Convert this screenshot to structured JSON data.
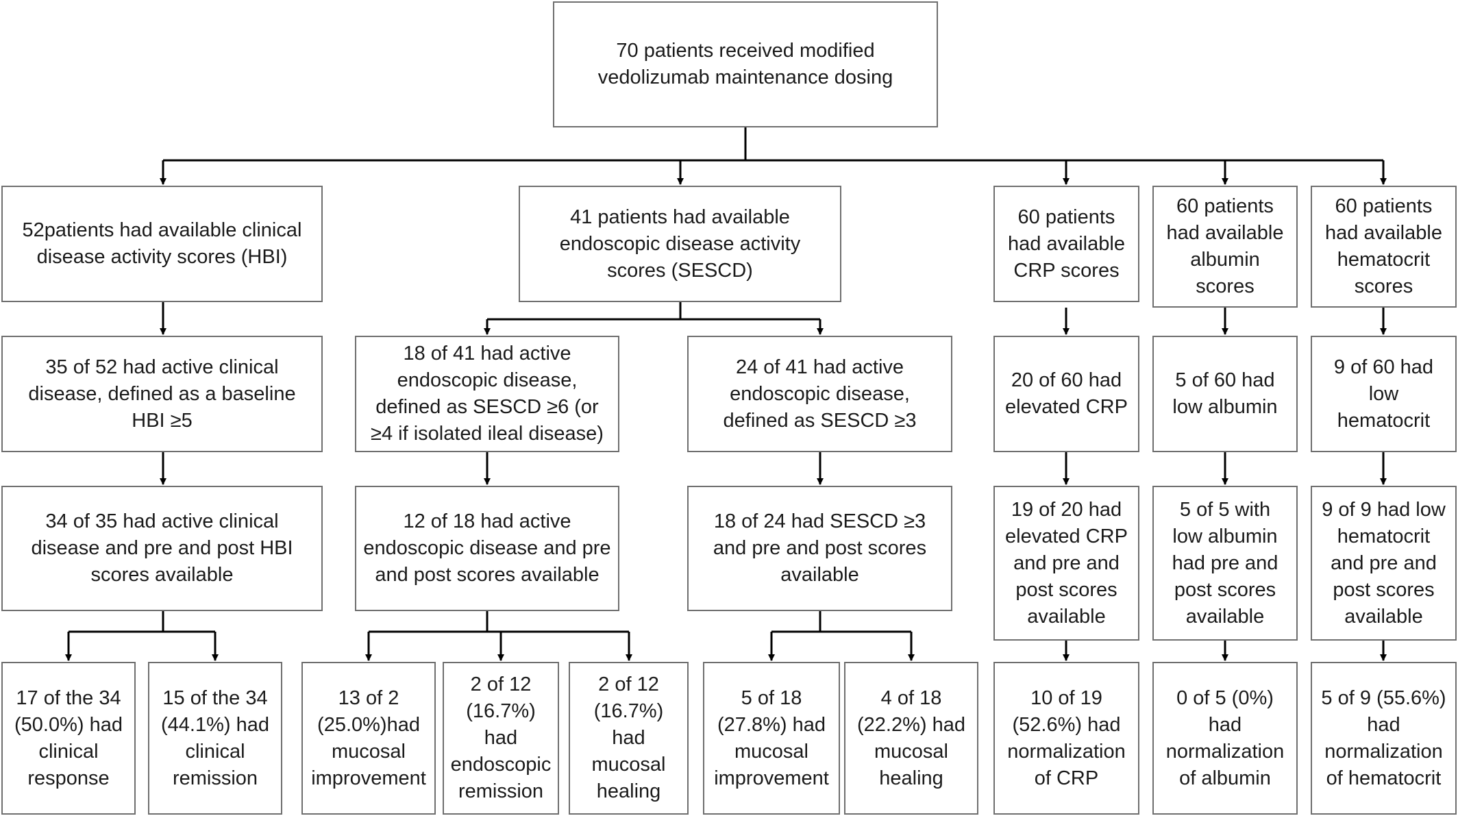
{
  "boxes": {
    "root": "70 patients received modified\nvedolizumab maintenance dosing",
    "hbi_available": "52patients had available clinical\ndisease activity scores (HBI)",
    "sescd_available": "41 patients had available\nendoscopic disease activity\nscores (SESCD)",
    "crp_available": "60 patients\nhad available\nCRP scores",
    "albumin_available": "60 patients\nhad available\nalbumin\nscores",
    "hematocrit_available": "60 patients\nhad available\nhematocrit\nscores",
    "hbi_active": "35 of 52 had active clinical\ndisease, defined as a baseline\nHBI ≥5",
    "sescd_active_6": "18 of 41 had active\nendoscopic disease,\ndefined as  SESCD ≥6 (or\n≥4 if isolated ileal disease)",
    "sescd_active_3": "24 of 41 had active\nendoscopic disease,\ndefined as  SESCD ≥3",
    "crp_elevated": "20 of 60 had\nelevated CRP",
    "albumin_low": "5 of 60 had\nlow albumin",
    "hematocrit_low": "9 of 60 had\nlow\nhematocrit",
    "hbi_pre_post": "34 of 35 had active clinical\ndisease and pre and post HBI\nscores available",
    "sescd6_pre_post": "12 of 18 had active\nendoscopic disease and pre\nand post scores available",
    "sescd3_pre_post": "18 of 24 had SESCD ≥3\nand pre and post scores\navailable",
    "crp_pre_post": "19 of 20 had\nelevated CRP\nand pre and\npost scores\navailable",
    "albumin_pre_post": "5 of 5 with\nlow albumin\nhad pre and\npost scores\navailable",
    "hematocrit_pre_post": "9 of 9 had low\nhematocrit\nand pre and\npost scores\navailable",
    "clinical_response": "17 of the 34\n(50.0%) had\nclinical\nresponse",
    "clinical_remission": "15 of the 34\n(44.1%) had\nclinical\nremission",
    "sescd6_mucosal_improvement": "13 of 2\n(25.0%)had\nmucosal\nimprovement",
    "sescd6_endoscopic_remission": "2 of 12\n(16.7%)\nhad\nendoscopic\nremission",
    "sescd6_mucosal_healing": "2 of 12\n(16.7%)\nhad\nmucosal\nhealing",
    "sescd3_mucosal_improvement": "5 of 18\n(27.8%) had\nmucosal\nimprovement",
    "sescd3_mucosal_healing": "4 of 18\n(22.2%) had\nmucosal\nhealing",
    "crp_normalization": "10 of 19\n(52.6%) had\nnormalization\nof CRP",
    "albumin_normalization": "0 of 5 (0%)\nhad\nnormalization\nof albumin",
    "hematocrit_normalization": "5 of 9 (55.6%)\nhad\nnormalization\nof hematocrit"
  },
  "colors": {
    "box_border": "#6e6e6e",
    "connector": "#000000",
    "text": "#1a1a1a",
    "background": "#ffffff"
  }
}
